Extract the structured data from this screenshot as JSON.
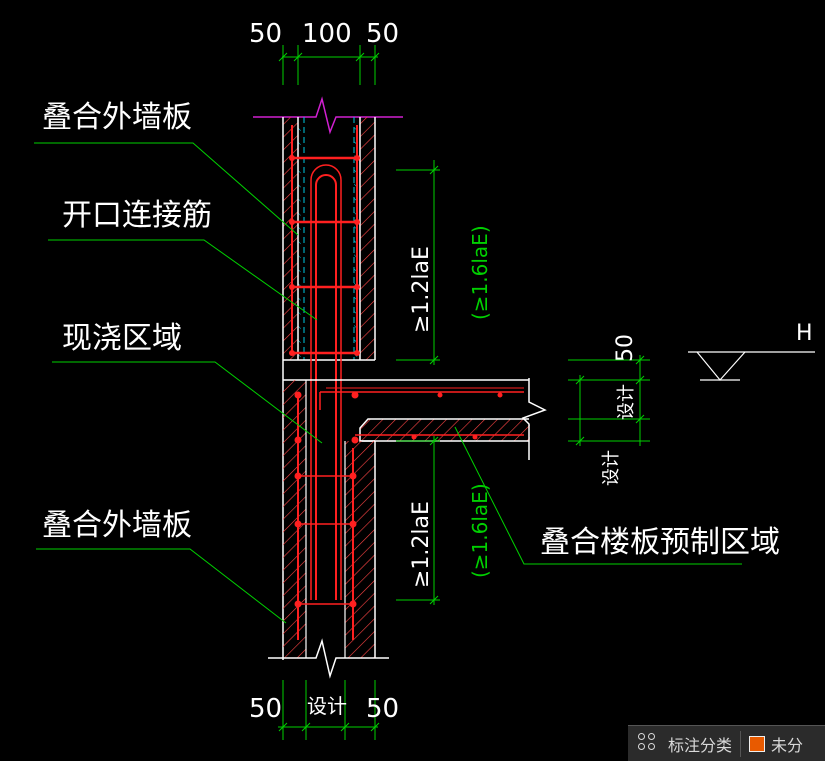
{
  "dimensions": {
    "top": [
      "50",
      "100",
      "50"
    ],
    "bottom_left": "50",
    "bottom_middle": "设计",
    "bottom_right": "50",
    "right_top": "50",
    "right_mid": "设计",
    "right_bottom": "设计"
  },
  "labels": {
    "wall_panel_top": "叠合外墙板",
    "opening_rebar": "开口连接筋",
    "cast_in_place": "现浇区域",
    "wall_panel_bottom": "叠合外墙板",
    "slab_precast": "叠合楼板预制区域",
    "elevation": "H"
  },
  "anchorage": {
    "upper_main": "≥1.2laE",
    "upper_alt": "(≥1.6laE)",
    "lower_main": "≥1.2laE",
    "lower_alt": "(≥1.6laE)"
  },
  "colors": {
    "rebar": "#ff2020",
    "dim": "#00d000",
    "concrete": "#ffffff",
    "hatch": "#ff4444",
    "insulation": "#00c8e0",
    "breakline": "#d020d0"
  },
  "statusbar": {
    "icon": "annotation-category-icon",
    "label": "标注分类",
    "swatch_color": "#e85a00",
    "label2": "未分"
  }
}
